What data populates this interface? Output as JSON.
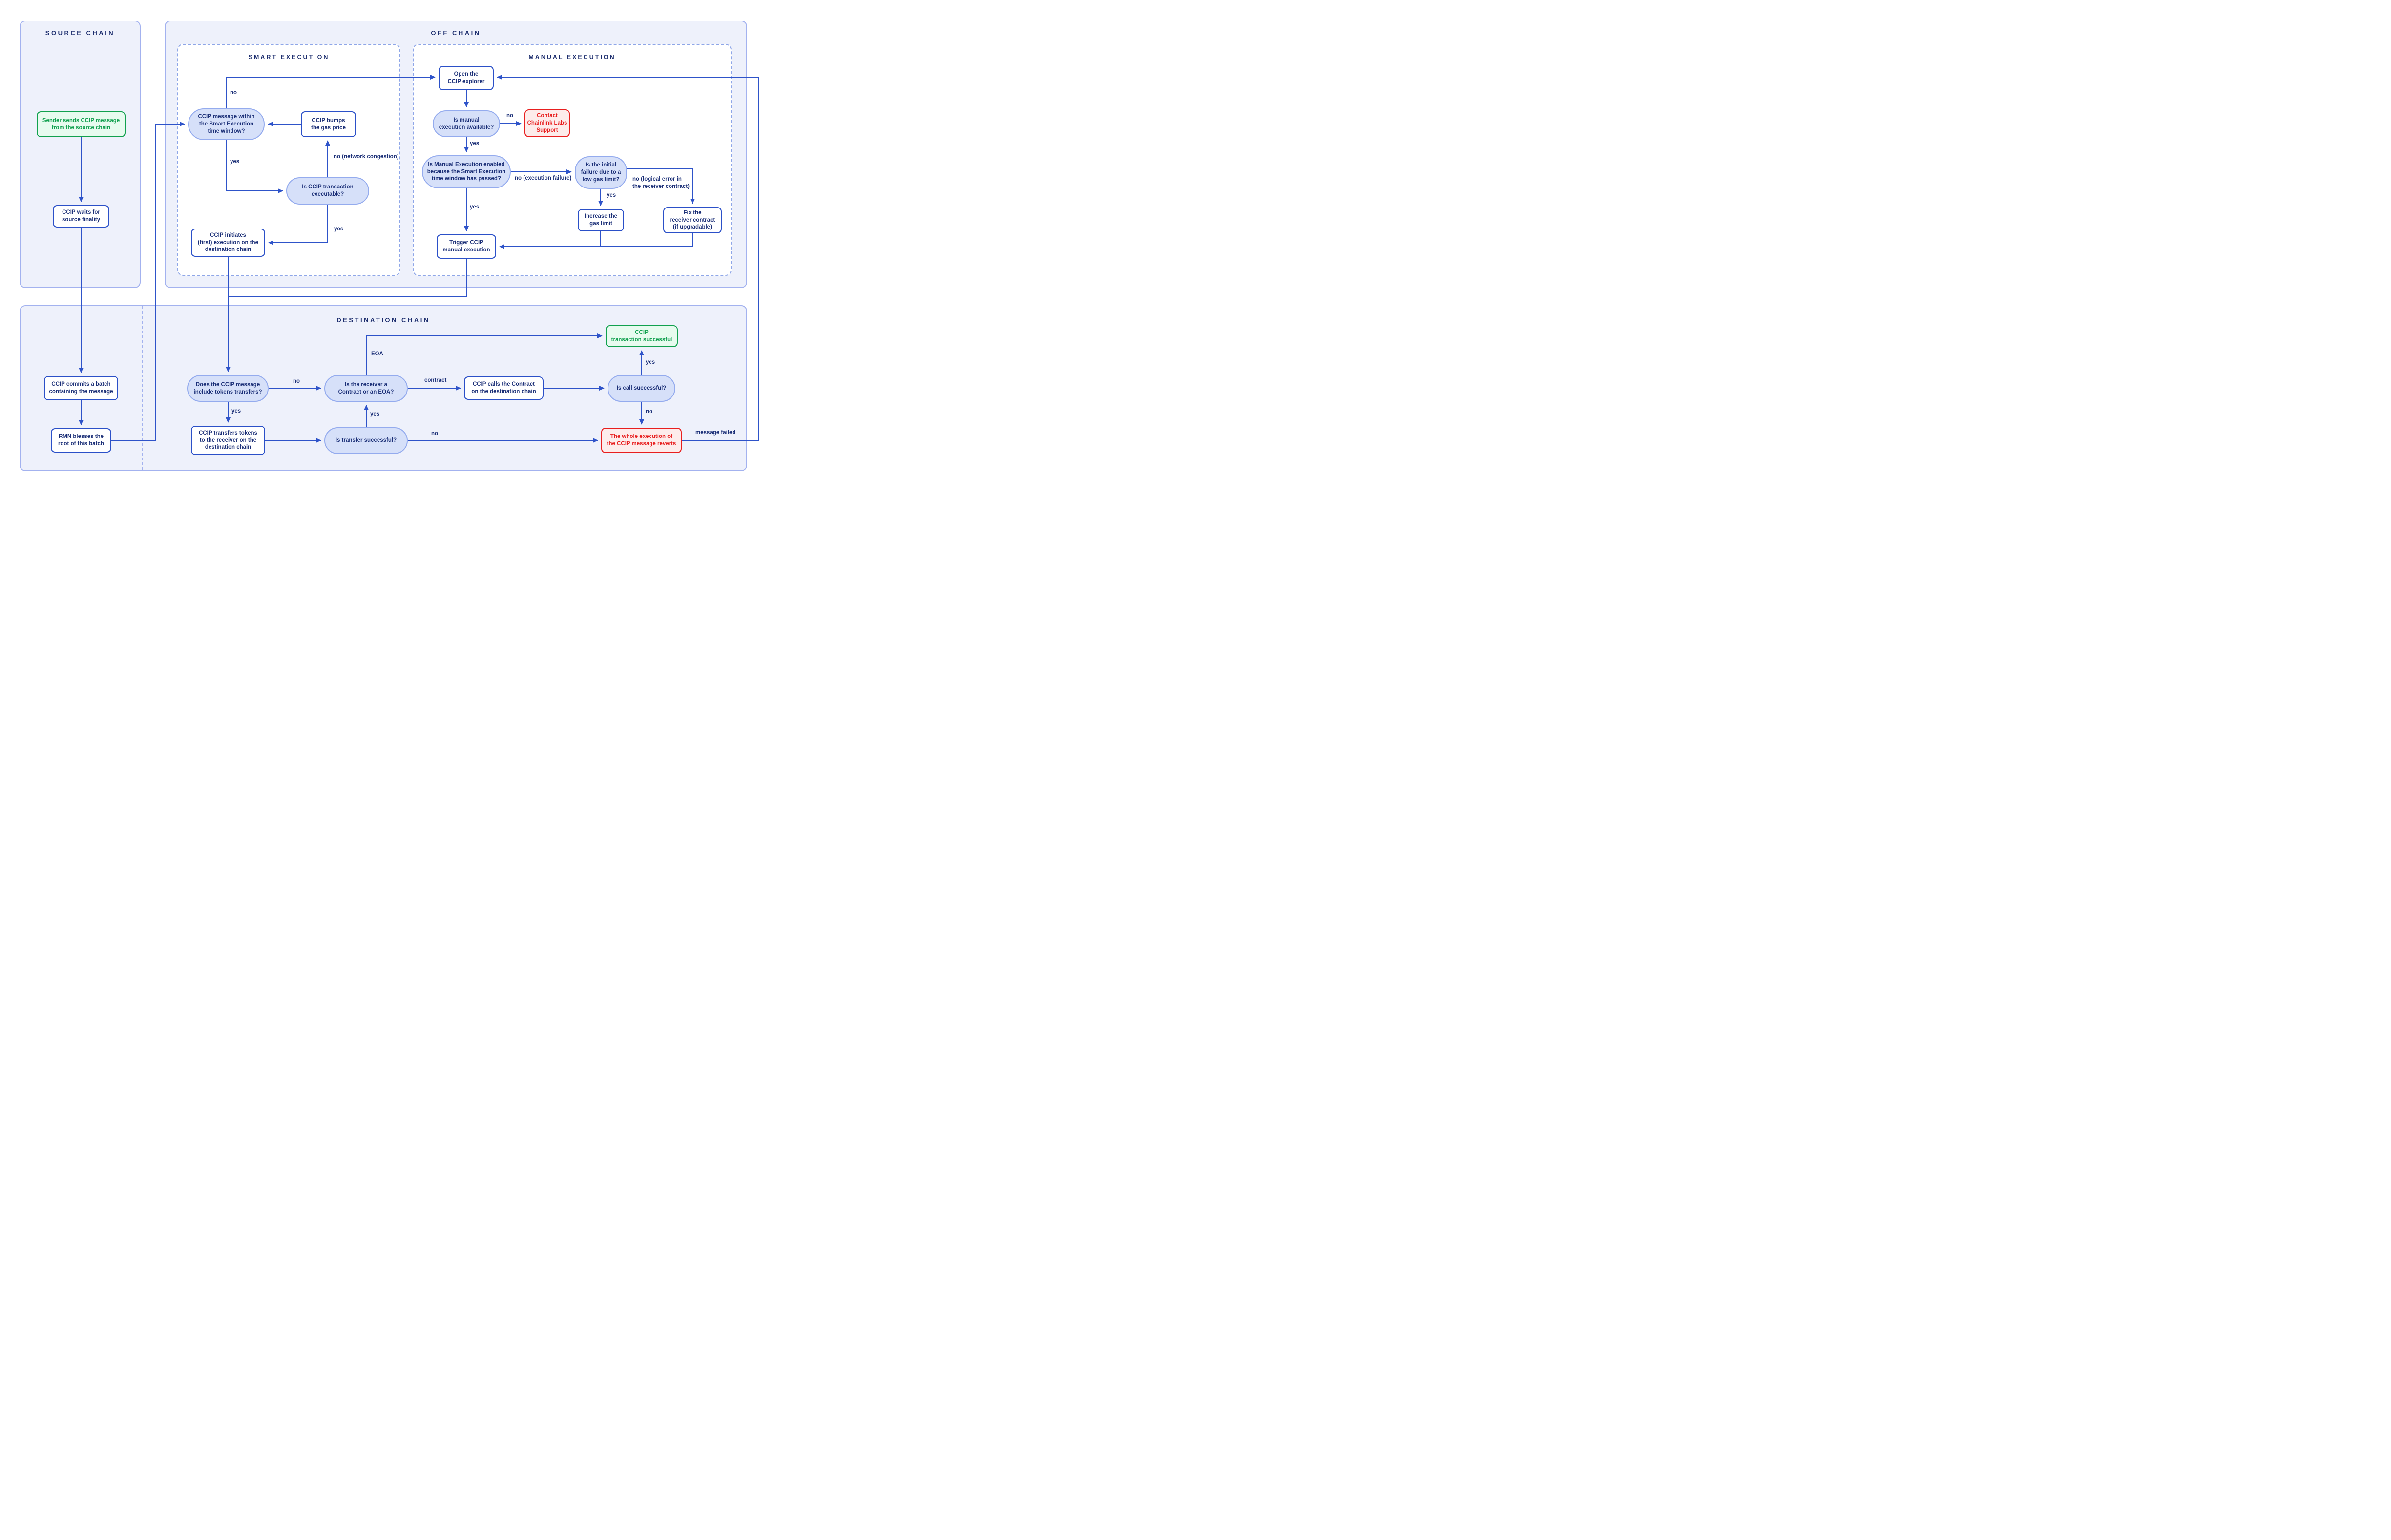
{
  "colors": {
    "line_blue": "#2e53c9",
    "panel_fill": "#eef1fb",
    "panel_border": "#a3b2ef",
    "dashed_border": "#8ea6e8",
    "pill_fill": "#d6e0f9",
    "pill_border": "#94abee",
    "box_border": "#2b50c8",
    "text_navy": "#1b2f77",
    "title_navy": "#1d2e6e",
    "green": "#12a150",
    "green_fill": "#e7fbef",
    "red": "#e81f1f",
    "red_fill": "#fdeceb"
  },
  "panels": {
    "source": {
      "title": "SOURCE CHAIN"
    },
    "offchain": {
      "title": "OFF CHAIN"
    },
    "smart": {
      "title": "SMART EXECUTION"
    },
    "manual": {
      "title": "MANUAL EXECUTION"
    },
    "destination": {
      "title": "DESTINATION CHAIN"
    }
  },
  "nodes": {
    "sender": {
      "text": "Sender sends CCIP message\nfrom the source chain"
    },
    "waits": {
      "text": "CCIP waits for\nsource finality"
    },
    "commits": {
      "text": "CCIP commits a batch\ncontaining the message"
    },
    "rmn": {
      "text": "RMN blesses the\nroot of this batch"
    },
    "within": {
      "text": "CCIP message within\nthe Smart Execution\ntime window?"
    },
    "bumps": {
      "text": "CCIP bumps\nthe gas price"
    },
    "executable": {
      "text": "Is CCIP transaction\nexecutable?"
    },
    "initiates": {
      "text": "CCIP initiates\n(first) execution on the\ndestination chain"
    },
    "explorer": {
      "text": "Open the\nCCIP explorer"
    },
    "available": {
      "text": "Is manual\nexecution available?"
    },
    "contact": {
      "text": "Contact\nChainlink Labs\nSupport"
    },
    "enabled": {
      "text": "Is Manual Execution enabled\nbecause the Smart Execution\ntime window has passed?"
    },
    "lowgas": {
      "text": "Is the initial\nfailure due to a\nlow gas limit?"
    },
    "increase": {
      "text": "Increase the\ngas limit"
    },
    "fix": {
      "text": "Fix the\nreceiver contract\n(if upgradable)"
    },
    "trigger": {
      "text": "Trigger CCIP\nmanual execution"
    },
    "tokens": {
      "text": "Does the CCIP message\ninclude tokens transfers?"
    },
    "receiver": {
      "text": "Is the receiver a\nContract or an EOA?"
    },
    "calls": {
      "text": "CCIP calls the Contract\non the destination chain"
    },
    "callsuccess": {
      "text": "Is call successful?"
    },
    "success": {
      "text": "CCIP\ntransaction successful"
    },
    "transfers": {
      "text": "CCIP transfers tokens\nto the receiver on the\ndestination chain"
    },
    "transferp": {
      "text": "Is transfer successful?"
    },
    "reverts": {
      "text": "The whole execution of\nthe CCIP message reverts"
    }
  },
  "edge_labels": {
    "no_smart": {
      "text": "no"
    },
    "yes_smart": {
      "text": "yes"
    },
    "no_congestion": {
      "text": "no (network congestion)"
    },
    "yes_exec": {
      "text": "yes"
    },
    "no_avail": {
      "text": "no"
    },
    "yes_avail": {
      "text": "yes"
    },
    "no_execfail": {
      "text": "no (execution failure)"
    },
    "yes_enabled": {
      "text": "yes"
    },
    "yes_lowgas": {
      "text": "yes"
    },
    "no_logical": {
      "text": "no (logical error in\nthe receiver contract)"
    },
    "eoa": {
      "text": "EOA"
    },
    "no_tokens": {
      "text": "no"
    },
    "contract": {
      "text": "contract"
    },
    "yes_transfer": {
      "text": "yes"
    },
    "yes_tokens": {
      "text": "yes"
    },
    "no_transfer": {
      "text": "no"
    },
    "yes_call": {
      "text": "yes"
    },
    "no_call": {
      "text": "no"
    },
    "msg_failed": {
      "text": "message failed"
    }
  }
}
